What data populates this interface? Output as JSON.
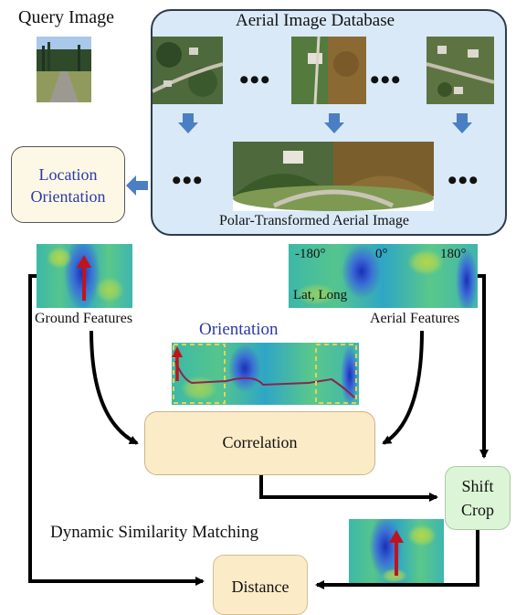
{
  "query": {
    "label": "Query Image"
  },
  "database": {
    "title": "Aerial Image Database",
    "polar_label": "Polar-Transformed Aerial Image",
    "ellipsis": "•••"
  },
  "location_box": {
    "line1": "Location",
    "line2": "Orientation"
  },
  "ground_features": {
    "label": "Ground Features"
  },
  "aerial_features": {
    "label": "Aerial Features",
    "axis_left": "-180°",
    "axis_mid": "0°",
    "axis_right": "180°",
    "coords": "Lat, Long"
  },
  "orientation": {
    "label": "Orientation"
  },
  "correlation": {
    "label": "Correlation"
  },
  "shift_crop": {
    "line1": "Shift",
    "line2": "Crop"
  },
  "dsm": {
    "label": "Dynamic Similarity Matching"
  },
  "distance": {
    "label": "Distance"
  },
  "colors": {
    "db_fill": "#d9e9f7",
    "location_text": "#2b3aa8",
    "orientation_text": "#2b3aa8",
    "box_fill_yellow": "#fcebc7",
    "box_fill_green": "#dcf5d6",
    "flow_arrow": "#4a7fc4",
    "heat_arrow": "#c0141c"
  }
}
